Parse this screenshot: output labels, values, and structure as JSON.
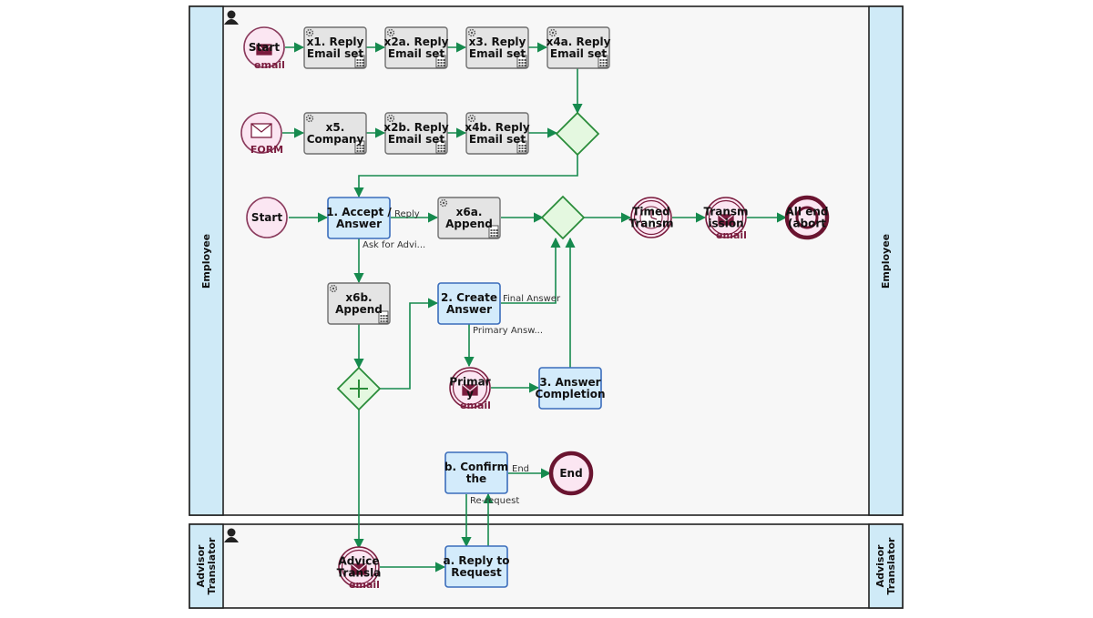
{
  "colors": {
    "flow": "#168a4e",
    "lane_header": "#cfeaf7",
    "user_task_fill": "#d3ebfb",
    "user_task_stroke": "#3b6dbb",
    "service_task_fill": "#e4e4e4",
    "event_fill": "#fbe6f2",
    "event_stroke": "#7a1c3e",
    "gateway_fill": "#e4f8e0",
    "gateway_stroke": "#2a8c3a"
  },
  "lanes": [
    {
      "id": "employee",
      "label": "Employee"
    },
    {
      "id": "advisor",
      "label_lines": [
        "Advisor",
        "Translator"
      ]
    }
  ],
  "tasks": [
    {
      "id": "x1",
      "kind": "service",
      "lines": [
        "x1. Reply",
        "Email set"
      ]
    },
    {
      "id": "x2a",
      "kind": "service",
      "lines": [
        "x2a. Reply",
        "Email set"
      ]
    },
    {
      "id": "x3",
      "kind": "service",
      "lines": [
        "x3. Reply",
        "Email set"
      ]
    },
    {
      "id": "x4a",
      "kind": "service",
      "lines": [
        "x4a. Reply",
        "Email set"
      ]
    },
    {
      "id": "x5",
      "kind": "service",
      "lines": [
        "x5.",
        "Company"
      ]
    },
    {
      "id": "x2b",
      "kind": "service",
      "lines": [
        "x2b. Reply",
        "Email set"
      ]
    },
    {
      "id": "x4b",
      "kind": "service",
      "lines": [
        "x4b. Reply",
        "Email set"
      ]
    },
    {
      "id": "t1",
      "kind": "user",
      "lines": [
        "1. Accept /",
        "Answer"
      ]
    },
    {
      "id": "x6a",
      "kind": "service",
      "lines": [
        "x6a.",
        "Append"
      ]
    },
    {
      "id": "x6b",
      "kind": "service",
      "lines": [
        "x6b.",
        "Append"
      ]
    },
    {
      "id": "t2",
      "kind": "user",
      "lines": [
        "2. Create",
        "Answer"
      ]
    },
    {
      "id": "t3",
      "kind": "user",
      "lines": [
        "3. Answer",
        "Completion"
      ]
    },
    {
      "id": "tb",
      "kind": "user",
      "lines": [
        "b. Confirm",
        "the"
      ]
    },
    {
      "id": "ta",
      "kind": "user",
      "lines": [
        "a. Reply to",
        "Request"
      ]
    }
  ],
  "events": [
    {
      "id": "start_email",
      "lines": [
        "Start"
      ],
      "sub": "email"
    },
    {
      "id": "start_form",
      "lines": [],
      "sub": "FORM"
    },
    {
      "id": "start",
      "lines": [
        "Start"
      ],
      "sub": ""
    },
    {
      "id": "timed",
      "lines": [
        "Timed",
        "Transm"
      ],
      "sub": ""
    },
    {
      "id": "transmission",
      "lines": [
        "Transm",
        "ission"
      ],
      "sub": "email"
    },
    {
      "id": "all_end",
      "lines": [
        "All end",
        "(abort"
      ],
      "sub": ""
    },
    {
      "id": "primary",
      "lines": [
        "Primar",
        "y"
      ],
      "sub": "email"
    },
    {
      "id": "end",
      "lines": [
        "End"
      ],
      "sub": ""
    },
    {
      "id": "advice",
      "lines": [
        "Advice",
        "Transla"
      ],
      "sub": "email"
    }
  ],
  "flow_labels": [
    {
      "id": "reply",
      "text": "Reply"
    },
    {
      "id": "ask",
      "text": "Ask for Advi..."
    },
    {
      "id": "final",
      "text": "Final Answer"
    },
    {
      "id": "primary_answer",
      "text": "Primary Answ..."
    },
    {
      "id": "end_label",
      "text": "End"
    },
    {
      "id": "rerequest",
      "text": "Re-request"
    }
  ]
}
